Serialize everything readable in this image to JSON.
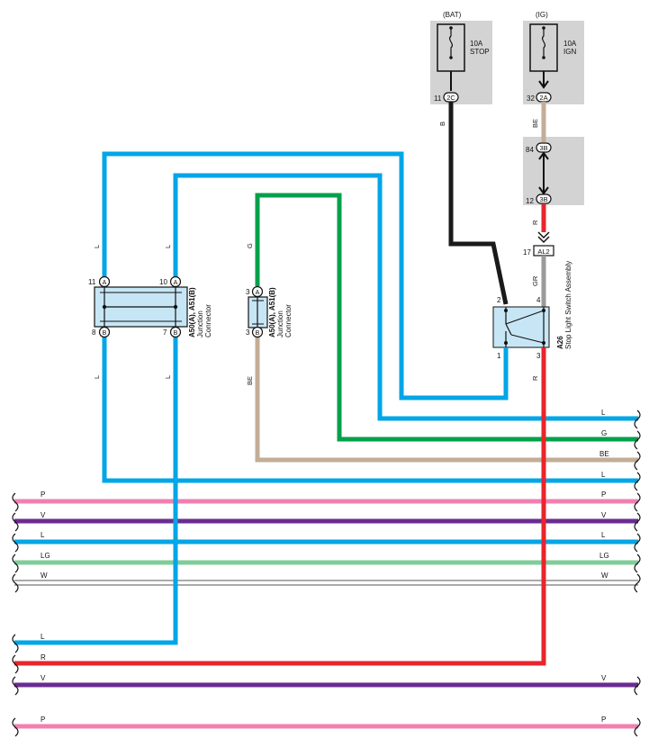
{
  "fuse_bat": {
    "supply": "(BAT)",
    "rating": "10A",
    "name": "STOP",
    "pin": "11",
    "conn": "2C"
  },
  "fuse_ig": {
    "supply": "(IG)",
    "rating": "10A",
    "name": "IGN",
    "pin": "32",
    "conn": "2A"
  },
  "wire_labels": {
    "b": "B",
    "be_top": "BE",
    "r_mid": "R",
    "gr": "GR",
    "l_left_top": "L",
    "l_left2_top": "L",
    "l_left_bot": "L",
    "l_left2_bot": "L",
    "g_top": "G",
    "be_jc": "BE",
    "r_bot": "R"
  },
  "junction_3b": {
    "pin_top": "84",
    "pin_bot": "12",
    "conn": "3B"
  },
  "al2": {
    "pin": "17",
    "label": "AL2"
  },
  "switch": {
    "code": "A26",
    "name": "Stop Light Switch Assembly",
    "pins": [
      "2",
      "4",
      "1",
      "3"
    ]
  },
  "jc1": {
    "code": "A50(A), A51(B)",
    "name1": "Junction",
    "name2": "Connector",
    "pins": [
      "11",
      "10",
      "8",
      "7"
    ],
    "a": "A",
    "b": "B"
  },
  "jc2": {
    "code": "A50(A), A51(B)",
    "name1": "Junction",
    "name2": "Connector",
    "pins": [
      "3",
      "3"
    ],
    "a": "A",
    "b": "B"
  },
  "right_labels": [
    "L",
    "G",
    "BE",
    "L",
    "P",
    "V",
    "L",
    "LG",
    "W",
    "V",
    "P"
  ],
  "bus_left_labels": [
    "P",
    "V",
    "L",
    "LG",
    "W",
    "L",
    "R",
    "V",
    "P"
  ],
  "colors": {
    "L": "#00a6e6",
    "G": "#00a14b",
    "BE": "#c2ad96",
    "P": "#f080b0",
    "V": "#6b2c91",
    "LG": "#80cc9a",
    "R": "#e8252b",
    "B": "#1a1a1a",
    "GR": "#9a9a9a",
    "shade": "#d3d3d3",
    "box": "#c7e6f5"
  }
}
